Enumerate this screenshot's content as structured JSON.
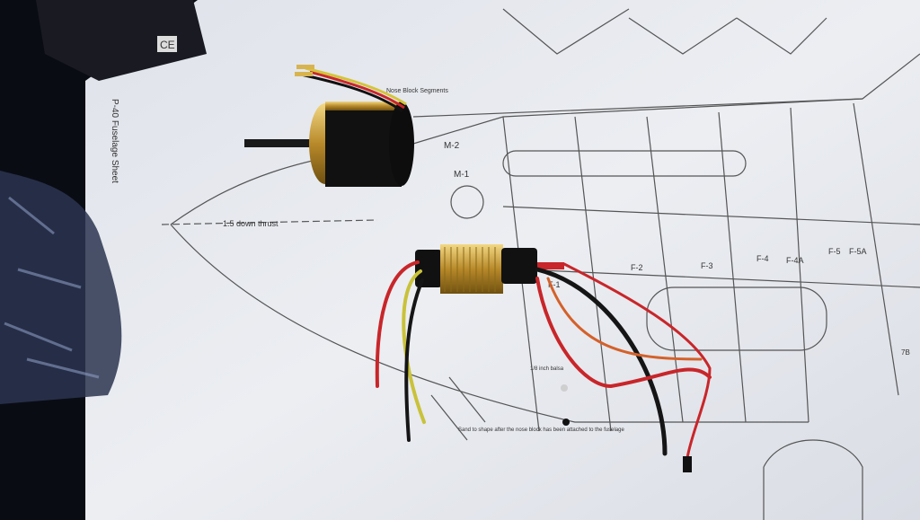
{
  "photo": {
    "plan_labels": {
      "sheet_title": "P-40 Fuselage Sheet",
      "thrust": "1.5 down thrust",
      "nose_block": "Nose Block Segments",
      "m1": "M-1",
      "m2": "M-2",
      "f2": "F-2",
      "f3": "F-3",
      "f4": "F-4",
      "f4a": "F-4A",
      "f5": "F-5",
      "f5a": "F-5A",
      "f1": "F-1",
      "balsa": "1/8 inch balsa",
      "sand": "Sand to shape after the nose block has been attached to the fuselage",
      "seven_b": "7B"
    },
    "box_label": "CE",
    "colors": {
      "paper": "#e9ebf0",
      "motor_gold": "#c9a23a",
      "motor_black": "#141414",
      "wire_red": "#c8262a",
      "wire_yellow": "#c9c23a",
      "wire_black": "#151515",
      "background": "#0a0c14"
    }
  }
}
